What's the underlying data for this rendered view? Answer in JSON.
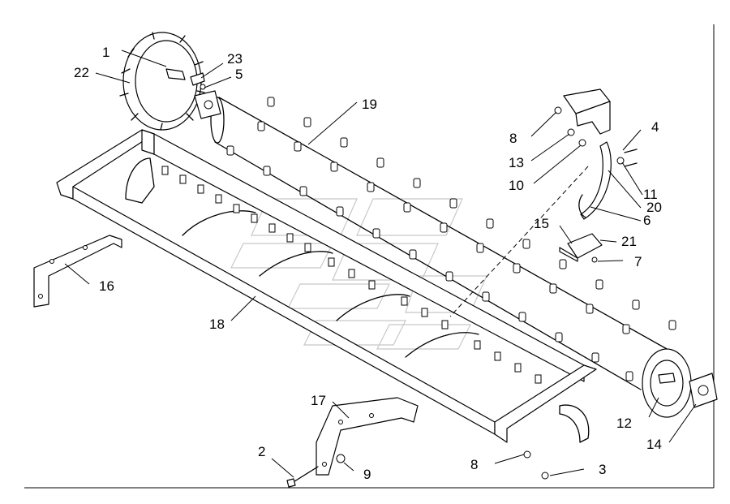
{
  "diagram": {
    "callouts": [
      {
        "id": "1",
        "label": "1"
      },
      {
        "id": "2",
        "label": "2"
      },
      {
        "id": "3",
        "label": "3"
      },
      {
        "id": "4",
        "label": "4"
      },
      {
        "id": "5",
        "label": "5"
      },
      {
        "id": "6",
        "label": "6"
      },
      {
        "id": "7",
        "label": "7"
      },
      {
        "id": "8a",
        "label": "8"
      },
      {
        "id": "8b",
        "label": "8"
      },
      {
        "id": "9",
        "label": "9"
      },
      {
        "id": "10",
        "label": "10"
      },
      {
        "id": "11",
        "label": "11"
      },
      {
        "id": "12",
        "label": "12"
      },
      {
        "id": "13",
        "label": "13"
      },
      {
        "id": "14",
        "label": "14"
      },
      {
        "id": "15",
        "label": "15"
      },
      {
        "id": "16",
        "label": "16"
      },
      {
        "id": "17",
        "label": "17"
      },
      {
        "id": "18",
        "label": "18"
      },
      {
        "id": "19",
        "label": "19"
      },
      {
        "id": "20",
        "label": "20"
      },
      {
        "id": "21",
        "label": "21"
      },
      {
        "id": "22",
        "label": "22"
      },
      {
        "id": "23",
        "label": "23"
      }
    ]
  }
}
